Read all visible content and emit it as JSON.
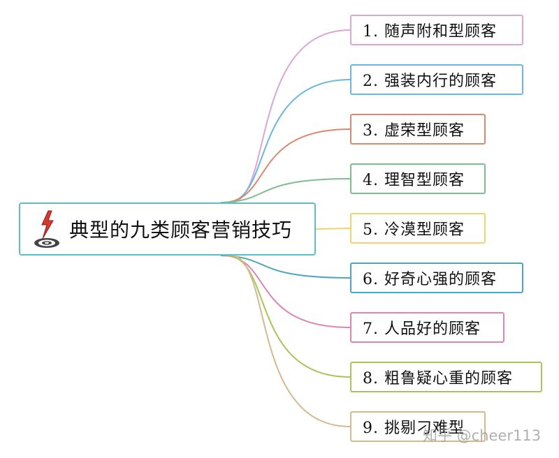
{
  "root": {
    "title": "典型的九类顾客营销技巧",
    "icon": "target-lightning-icon",
    "border_color": "#5bbfc4"
  },
  "branches": [
    {
      "label": "1. 随声附和型顾客",
      "color": "#d9a6d6"
    },
    {
      "label": "2. 强装内行的顾客",
      "color": "#6ab8dd"
    },
    {
      "label": "3. 虚荣型顾客",
      "color": "#d88a6f"
    },
    {
      "label": "4. 理智型顾客",
      "color": "#7dbd8e"
    },
    {
      "label": "5. 冷漠型顾客",
      "color": "#f1d36b"
    },
    {
      "label": "6. 好奇心强的顾客",
      "color": "#4aa6c0"
    },
    {
      "label": "7. 人品好的顾客",
      "color": "#e083b2"
    },
    {
      "label": "8. 粗鲁疑心重的顾客",
      "color": "#a7c45c"
    },
    {
      "label": "9. 挑剔刁难型",
      "color": "#d4b98d"
    }
  ],
  "watermark": "知乎 @cheer113"
}
